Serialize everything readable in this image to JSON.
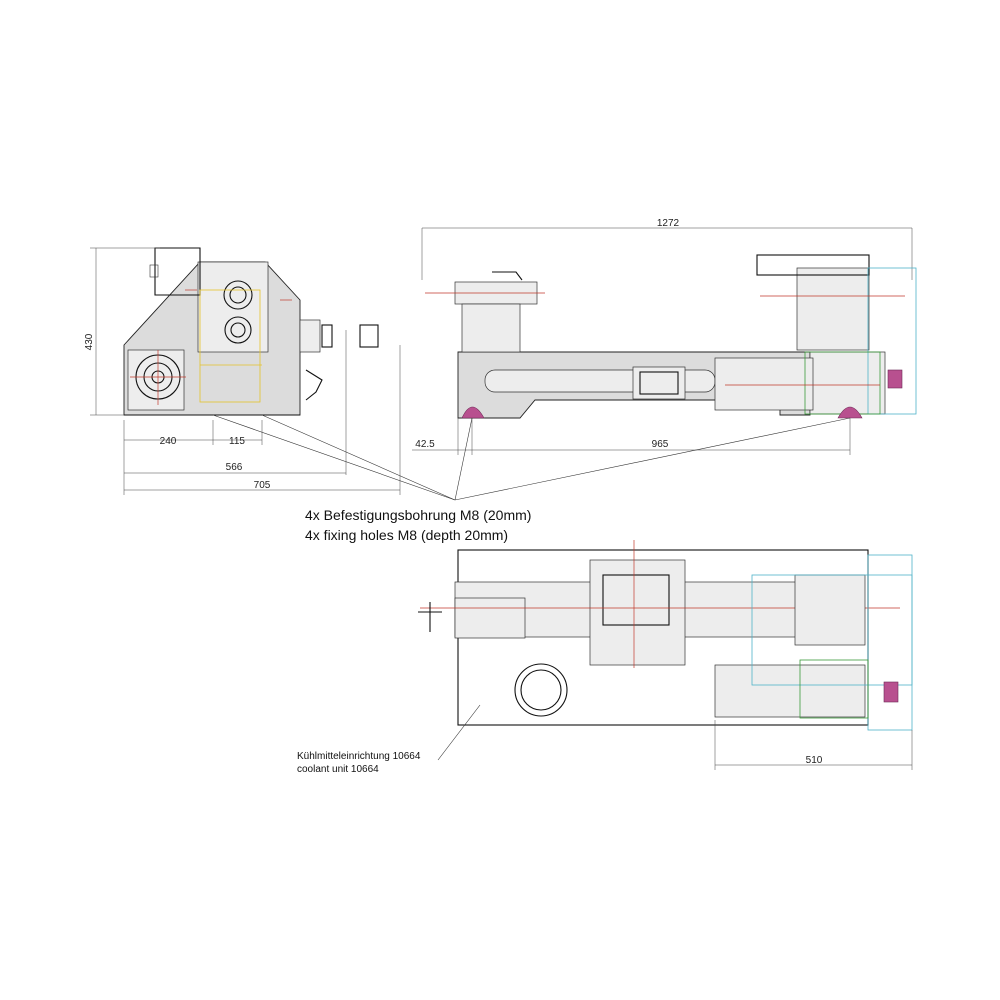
{
  "dimensions": {
    "side_height": "430",
    "side_240": "240",
    "side_115": "115",
    "side_566": "566",
    "side_705": "705",
    "front_1272": "1272",
    "front_42_5": "42.5",
    "front_965": "965",
    "top_510": "510"
  },
  "notes": {
    "fixing_de": "4x Befestigungsbohrung M8 (20mm)",
    "fixing_en": "4x fixing holes M8 (depth 20mm)",
    "coolant_de": "Kühlmitteleinrichtung 10664",
    "coolant_en": "coolant unit 10664"
  },
  "colors": {
    "outline": "#111111",
    "machine_fill": "#dcdcdc",
    "centerline_red": "#c0392b",
    "highlight_yellow": "#e4c32a",
    "outline_cyan": "#4fb3c9",
    "outline_green": "#3a9a3a",
    "mounting_foot_magenta": "#b8508f"
  }
}
